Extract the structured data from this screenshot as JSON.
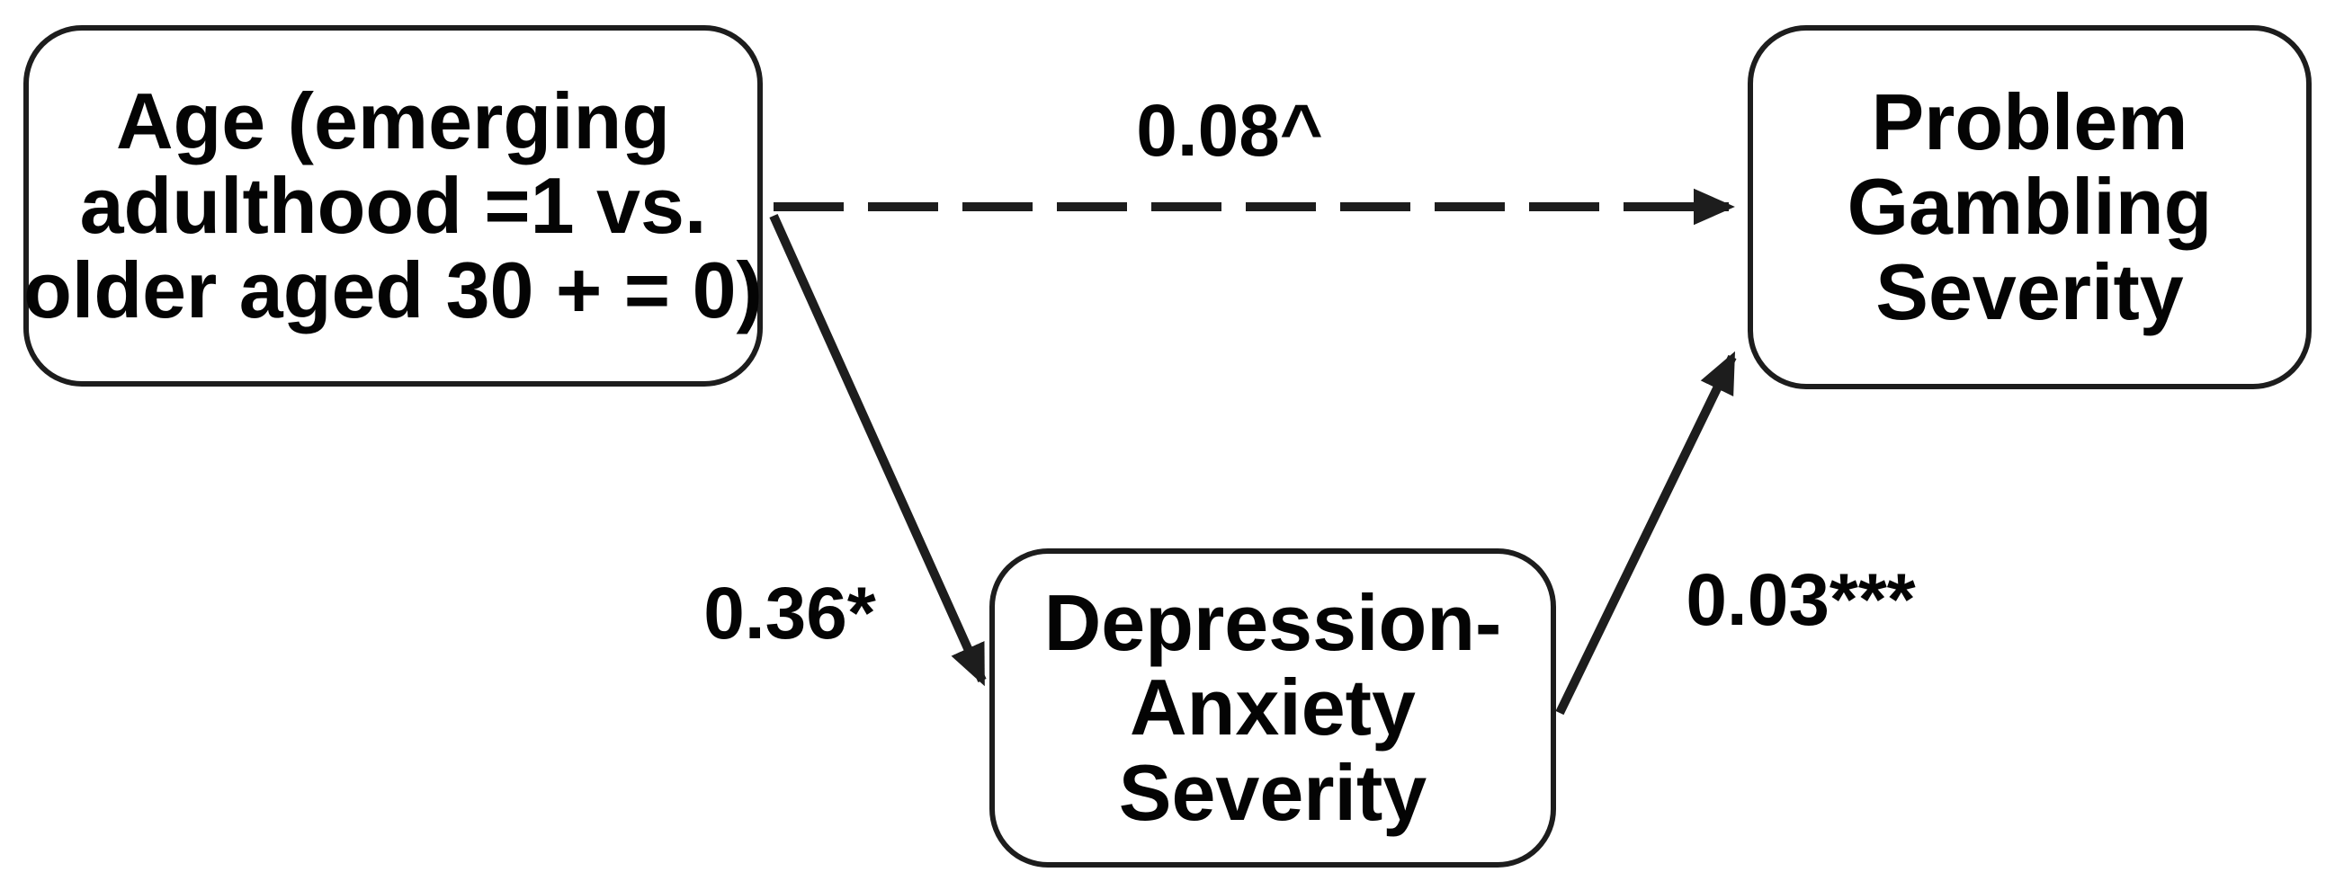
{
  "diagram": {
    "background_color": "#ffffff",
    "stroke_color": "#1d1d1d",
    "text_color": "#040404",
    "nodes": {
      "age": {
        "lines": [
          "Age (emerging",
          "adulthood =1 vs.",
          "older aged 30 + = 0)"
        ]
      },
      "mediator": {
        "lines": [
          "Depression-",
          "Anxiety",
          "Severity"
        ]
      },
      "outcome": {
        "lines": [
          "Problem",
          "Gambling",
          "Severity"
        ]
      }
    },
    "paths": {
      "direct": {
        "from": "age",
        "to": "outcome",
        "label": "0.08^",
        "line_style": "dashed"
      },
      "to_mediator": {
        "from": "age",
        "to": "mediator",
        "label": "0.36*",
        "line_style": "solid"
      },
      "from_mediator": {
        "from": "mediator",
        "to": "outcome",
        "label": "0.03***",
        "line_style": "solid"
      }
    }
  }
}
